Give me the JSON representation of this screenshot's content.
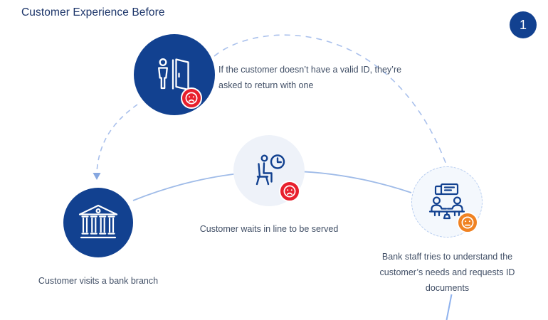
{
  "title": "Customer Experience Before",
  "step_number": "1",
  "colors": {
    "primary_blue": "#124190",
    "light_circle_fill": "#eef2f9",
    "dashed_circle_fill": "#f4f8fd",
    "negative_red": "#e8202d",
    "neutral_orange": "#f08222",
    "connector_blue": "#a9c0ec",
    "caption_text": "#414f66",
    "title_text": "#1b3469"
  },
  "nodes": [
    {
      "name": "customer-asked-to-return",
      "icon": "person-leaving-door-icon",
      "mood": "sad",
      "label": "If the customer doesn’t have a valid ID, they’re asked to return with one"
    },
    {
      "name": "customer-waits",
      "icon": "waiting-with-clock-icon",
      "mood": "sad",
      "label": "Customer waits in line to be served"
    },
    {
      "name": "customer-visits-branch",
      "icon": "bank-building-icon",
      "mood": "none",
      "label": "Customer visits a bank branch"
    },
    {
      "name": "staff-understands-needs",
      "icon": "staff-conversation-icon",
      "mood": "neutral",
      "label": "Bank staff tries to understand the customer’s needs and requests ID documents"
    }
  ]
}
